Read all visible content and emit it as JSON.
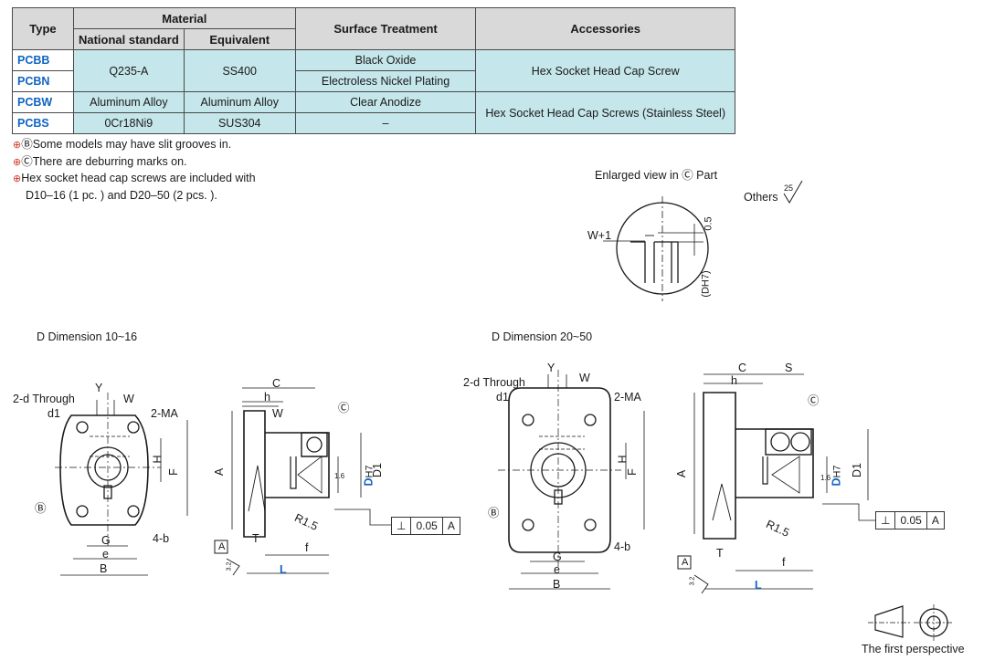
{
  "table": {
    "headers": {
      "type": "Type",
      "material": "Material",
      "national": "National standard",
      "equivalent": "Equivalent",
      "surface": "Surface Treatment",
      "accessories": "Accessories"
    },
    "rows": [
      {
        "type": "PCBB",
        "national": "Q235-A",
        "equivalent": "SS400",
        "surface": "Black Oxide",
        "accessories": "Hex Socket Head Cap Screw"
      },
      {
        "type": "PCBN",
        "surface": "Electroless Nickel Plating"
      },
      {
        "type": "PCBW",
        "national": "Aluminum Alloy",
        "equivalent": "Aluminum Alloy",
        "surface": "Clear Anodize",
        "accessories": "Hex Socket Head Cap Screws (Stainless Steel)"
      },
      {
        "type": "PCBS",
        "national": "0Cr18Ni9",
        "equivalent": "SUS304",
        "surface": "–"
      }
    ]
  },
  "notes": [
    "ⒷSome models may have slit grooves in.",
    "ⒸThere are deburring marks on.",
    "Hex socket head cap screws are included with",
    "D10–16 (1 pc. ) and D20–50 (2 pcs. )."
  ],
  "enlarged": {
    "title": "Enlarged view in Ⓒ Part",
    "w_label": "W+1",
    "depth": "0.5",
    "dh7": "(DH7)"
  },
  "others": {
    "label": "Others",
    "value": "25"
  },
  "left_drawing": {
    "title": "D Dimension 10~16",
    "labels": {
      "through": "2-d Through",
      "d1": "d1",
      "y": "Y",
      "w": "W",
      "ma": "2-MA",
      "h": "H",
      "f": "F",
      "b_mark": "Ⓑ",
      "g": "G",
      "e": "e",
      "b": "B",
      "four_b": "4-b"
    }
  },
  "left_side": {
    "labels": {
      "c": "C",
      "h": "h",
      "w": "W",
      "c_mark": "Ⓒ",
      "a": "A",
      "d": "D",
      "dh7": "H7",
      "d1": "D1",
      "r": "R1.5",
      "t": "T",
      "f": "f",
      "l": "L",
      "datum": "A",
      "rough": "3.2",
      "small": "1.6"
    },
    "tolerance": {
      "symbol": "⊥",
      "value": "0.05",
      "datum": "A"
    }
  },
  "right_drawing": {
    "title": "D Dimension 20~50",
    "labels": {
      "through": "2-d Through",
      "d1": "d1",
      "y": "Y",
      "w": "W",
      "ma": "2-MA",
      "h": "H",
      "f": "F",
      "b_mark": "Ⓑ",
      "g": "G",
      "e": "e",
      "b": "B",
      "four_b": "4-b"
    }
  },
  "right_side": {
    "labels": {
      "c": "C",
      "s": "S",
      "h": "h",
      "c_mark": "Ⓒ",
      "a": "A",
      "d": "D",
      "dh7": "H7",
      "d1": "D1",
      "r": "R1.5",
      "t": "T",
      "f": "f",
      "l": "L",
      "datum": "A",
      "rough": "3.2",
      "small": "1.6"
    },
    "tolerance": {
      "symbol": "⊥",
      "value": "0.05",
      "datum": "A"
    }
  },
  "perspective": {
    "label": "The first perspective"
  }
}
